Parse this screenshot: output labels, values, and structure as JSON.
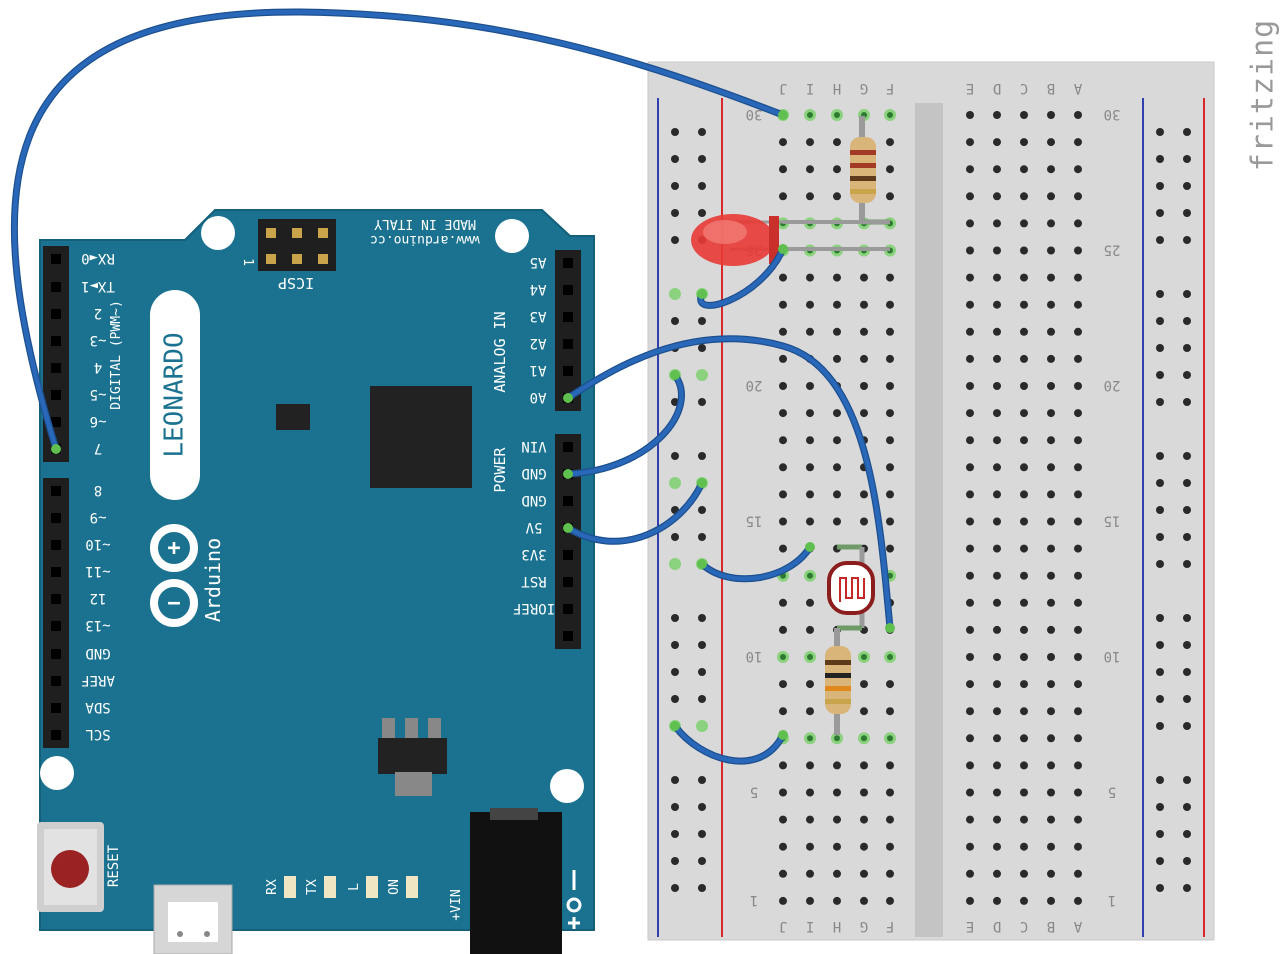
{
  "watermark": "fritzing",
  "board": {
    "name": "LEONARDO",
    "brand": "Arduino",
    "made_in": "MADE IN ITALY",
    "url": "www.arduino.cc",
    "icsp_label": "ICSP",
    "icsp_pin1": "1",
    "digital_group_label": "DIGITAL (PWM~)",
    "analog_group_label": "ANALOG IN",
    "power_group_label": "POWER",
    "reset_label": "RESET",
    "vin_label": "+VIN",
    "digital_pins_top": [
      "RX◄0",
      "TX►1",
      "2",
      "~3",
      "4",
      "~5",
      "~6",
      "7"
    ],
    "digital_pins_bottom": [
      "8",
      "~9",
      "~10",
      "~11",
      "12",
      "~13",
      "GND",
      "AREF",
      "SDA",
      "SCL"
    ],
    "analog_pins": [
      "A5",
      "A4",
      "A3",
      "A2",
      "A1",
      "A0"
    ],
    "power_pins": [
      "VIN",
      "GND",
      "GND",
      "5V",
      "3V3",
      "RST",
      "IOREF"
    ],
    "leds": [
      "RX",
      "TX",
      "L",
      "ON"
    ],
    "colors": {
      "pcb": "#1a7290",
      "pcb_text": "#ffffff",
      "header": "#1f1f1f"
    }
  },
  "breadboard": {
    "columns_left": [
      "J",
      "I",
      "H",
      "G",
      "F"
    ],
    "columns_right": [
      "E",
      "D",
      "C",
      "B",
      "A"
    ],
    "row_number_labels": [
      "30",
      "25",
      "20",
      "15",
      "10",
      "5",
      "1"
    ],
    "colors": {
      "body": "#d9d9d9",
      "rail_red": "#d8282a",
      "rail_blue": "#2f3fae",
      "hole": "#2a2a2a",
      "hole_active": "#8ad27d"
    }
  },
  "wire_color": "#2968b8",
  "components": [
    "led-red",
    "resistor",
    "photoresistor",
    "resistor"
  ]
}
